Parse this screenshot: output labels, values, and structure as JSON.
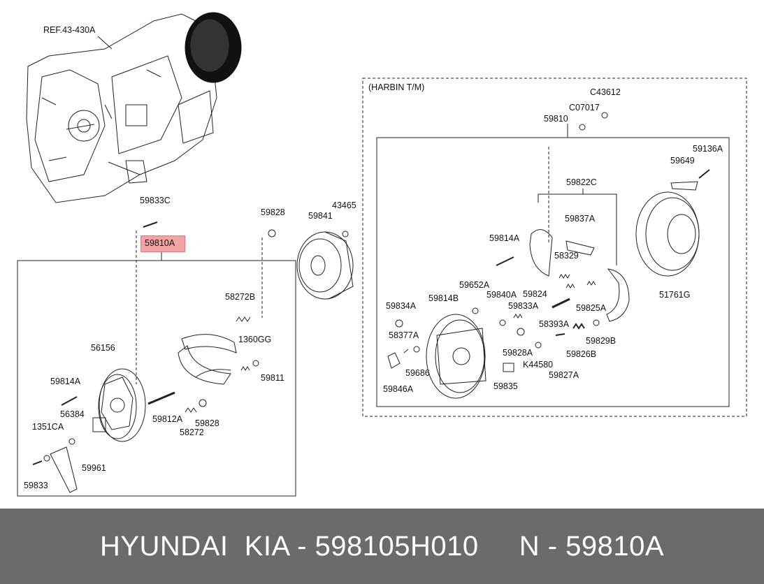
{
  "diagram": {
    "ref_label": "REF.43-430A",
    "harbin_label": "(HARBIN T/M)",
    "highlight_color": "#f3a3a3",
    "parts": {
      "p59833C": "59833C",
      "p59810A": "59810A",
      "p59828_top": "59828",
      "p59841": "59841",
      "p43465": "43465",
      "p58272B": "58272B",
      "p1360GG": "1360GG",
      "p56156": "56156",
      "p59811": "59811",
      "p59814A_left": "59814A",
      "p56384": "56384",
      "p59812A": "59812A",
      "p59828_left": "59828",
      "p1351CA": "1351CA",
      "p58272": "58272",
      "p59961": "59961",
      "p59833": "59833",
      "p43612": "C43612",
      "p07017": "C07017",
      "p59810": "59810",
      "p59136A": "59136A",
      "p59649": "59649",
      "p59822C": "59822C",
      "p59837A": "59837A",
      "p59814A_right": "59814A",
      "p58329": "58329",
      "p59652A": "59652A",
      "p59824": "59824",
      "p59825A": "59825A",
      "p51761G": "51761G",
      "p59834A": "59834A",
      "p59814B": "59814B",
      "p59840A": "59840A",
      "p59833A": "59833A",
      "p58393A": "58393A",
      "p58377A": "58377A",
      "p59829B": "59829B",
      "p59828A": "59828A",
      "p59826B": "59826B",
      "p59686": "59686",
      "pK44580": "K44580",
      "p59846A": "59846A",
      "p59835": "59835",
      "p59827A": "59827A"
    }
  },
  "footer": {
    "brand": "HYUNDAI  KIA - 598105H010",
    "sep": "     ",
    "code": "N - 59810A"
  }
}
